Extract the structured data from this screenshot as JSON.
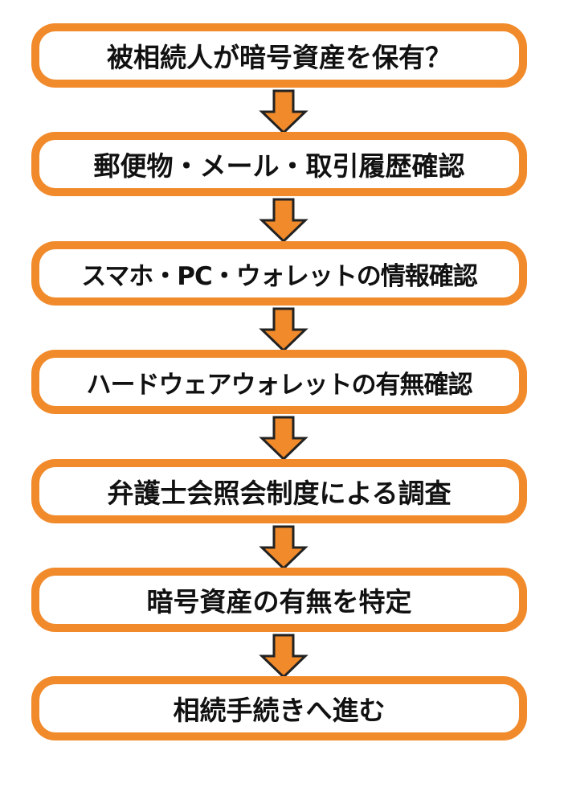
{
  "colors": {
    "accent": "#F18A2B",
    "arrow_stroke": "#222222",
    "text": "#111111"
  },
  "steps": [
    {
      "label": "被相続人が暗号資産を保有？"
    },
    {
      "label": "郵便物・メール・取引履歴確認"
    },
    {
      "label": "スマホ・PC・ウォレットの情報確認"
    },
    {
      "label": "ハードウェアウォレットの有無確認"
    },
    {
      "label": "弁護士会照会制度による調査"
    },
    {
      "label": "暗号資産の有無を特定"
    },
    {
      "label": "相続手続きへ進む"
    }
  ],
  "connectors": {
    "icon": "down-arrow-icon",
    "count": 6
  }
}
